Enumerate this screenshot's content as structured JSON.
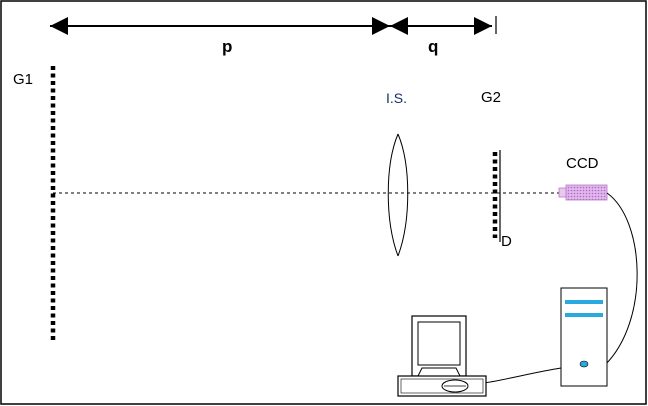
{
  "labels": {
    "p": "p",
    "q": "q",
    "g1": "G1",
    "is": "I.S.",
    "g2": "G2",
    "ccd": "CCD",
    "d": "D"
  },
  "colors": {
    "line": "#000000",
    "ccd_fill": "#d9a8e6",
    "ccd_edge": "#b07ac4",
    "computer_blue": "#29a9e0",
    "label_blue": "#1a2f6e"
  }
}
